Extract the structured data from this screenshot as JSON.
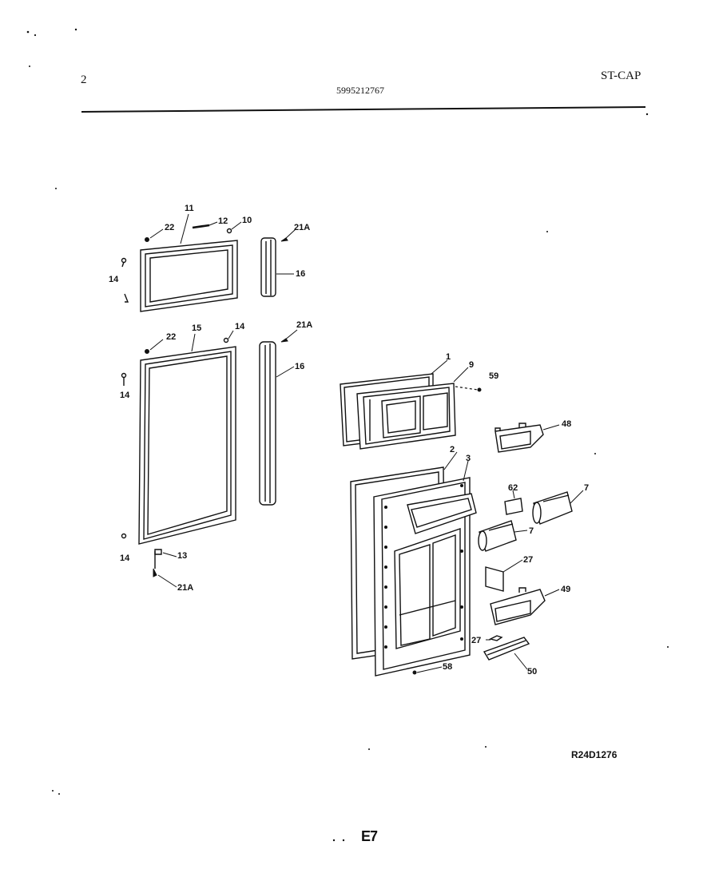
{
  "header": {
    "page_number": "2",
    "part_number": "5995212767",
    "model_code": "ST-CAP"
  },
  "footer": {
    "diagram_reference": "R24D1276",
    "page_code": "E7"
  },
  "callouts": {
    "c11": "11",
    "c12": "12",
    "c10": "10",
    "c22a": "22",
    "c21a1": "21A",
    "c14a": "14",
    "c16a": "16",
    "c15": "15",
    "c22b": "22",
    "c14b": "14",
    "c21a2": "21A",
    "c16b": "16",
    "c14c": "14",
    "c14d": "14",
    "c13": "13",
    "c21a3": "21A",
    "c1": "1",
    "c9": "9",
    "c59": "59",
    "c48": "48",
    "c2": "2",
    "c3": "3",
    "c62": "62",
    "c7a": "7",
    "c7b": "7",
    "c27a": "27",
    "c49": "49",
    "c27b": "27",
    "c50": "50",
    "c58": "58"
  }
}
